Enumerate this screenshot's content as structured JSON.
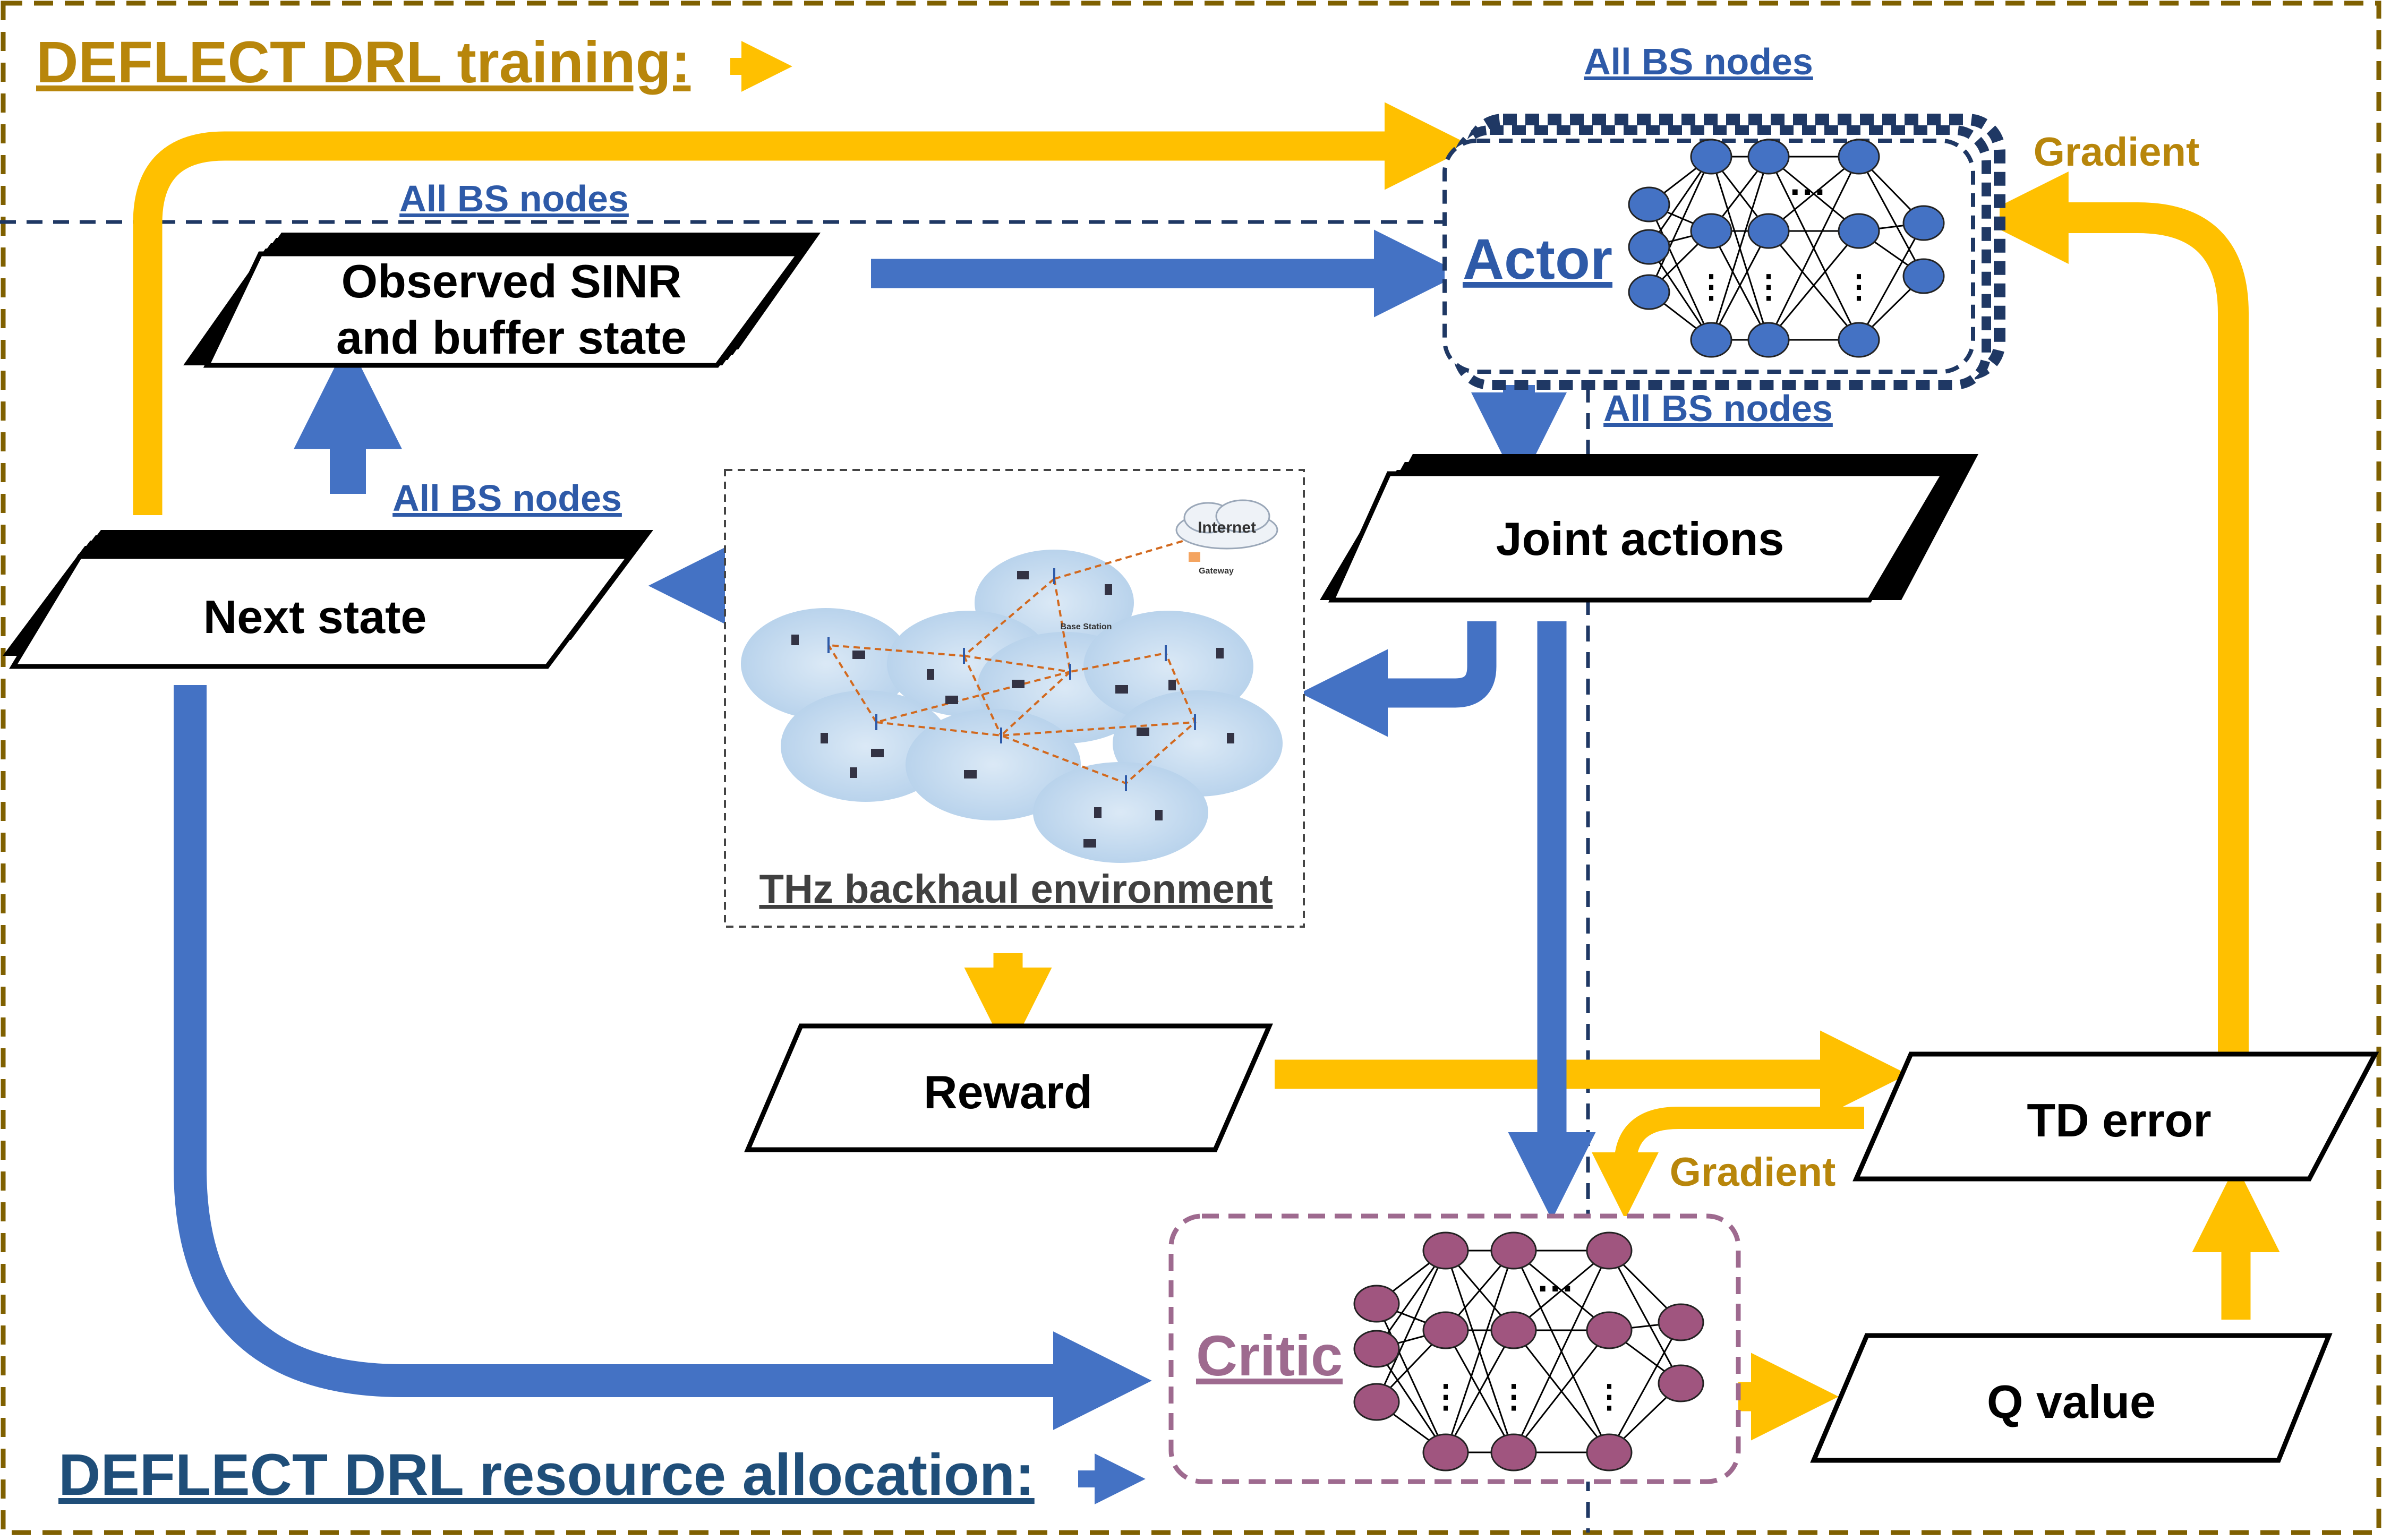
{
  "titles": {
    "training": "DEFLECT DRL training:",
    "resource_allocation": "DEFLECT DRL  resource allocation:"
  },
  "labels": {
    "all_bs_nodes": "All BS nodes",
    "gradient": "Gradient"
  },
  "nodes": {
    "observed_line1": "Observed SINR",
    "observed_line2": "and buffer state",
    "next_state": "Next state",
    "joint_actions": "Joint actions",
    "reward": "Reward",
    "td_error": "TD error",
    "q_value": "Q value",
    "actor": "Actor",
    "critic": "Critic",
    "environment": "THz backhaul environment"
  },
  "network_figure": {
    "internet": "Internet",
    "gateway": "Gateway",
    "base_station": "Base Station"
  },
  "colors": {
    "gold_arrow": "#ffc000",
    "blue_arrow": "#4472c4",
    "gold_text": "#b8860b",
    "blue_text": "#2e5aa8",
    "navy_dash": "#1f3864",
    "critic_purple": "#9e6a8f",
    "actor_node": "#4472c4",
    "critic_node": "#a0557f"
  }
}
